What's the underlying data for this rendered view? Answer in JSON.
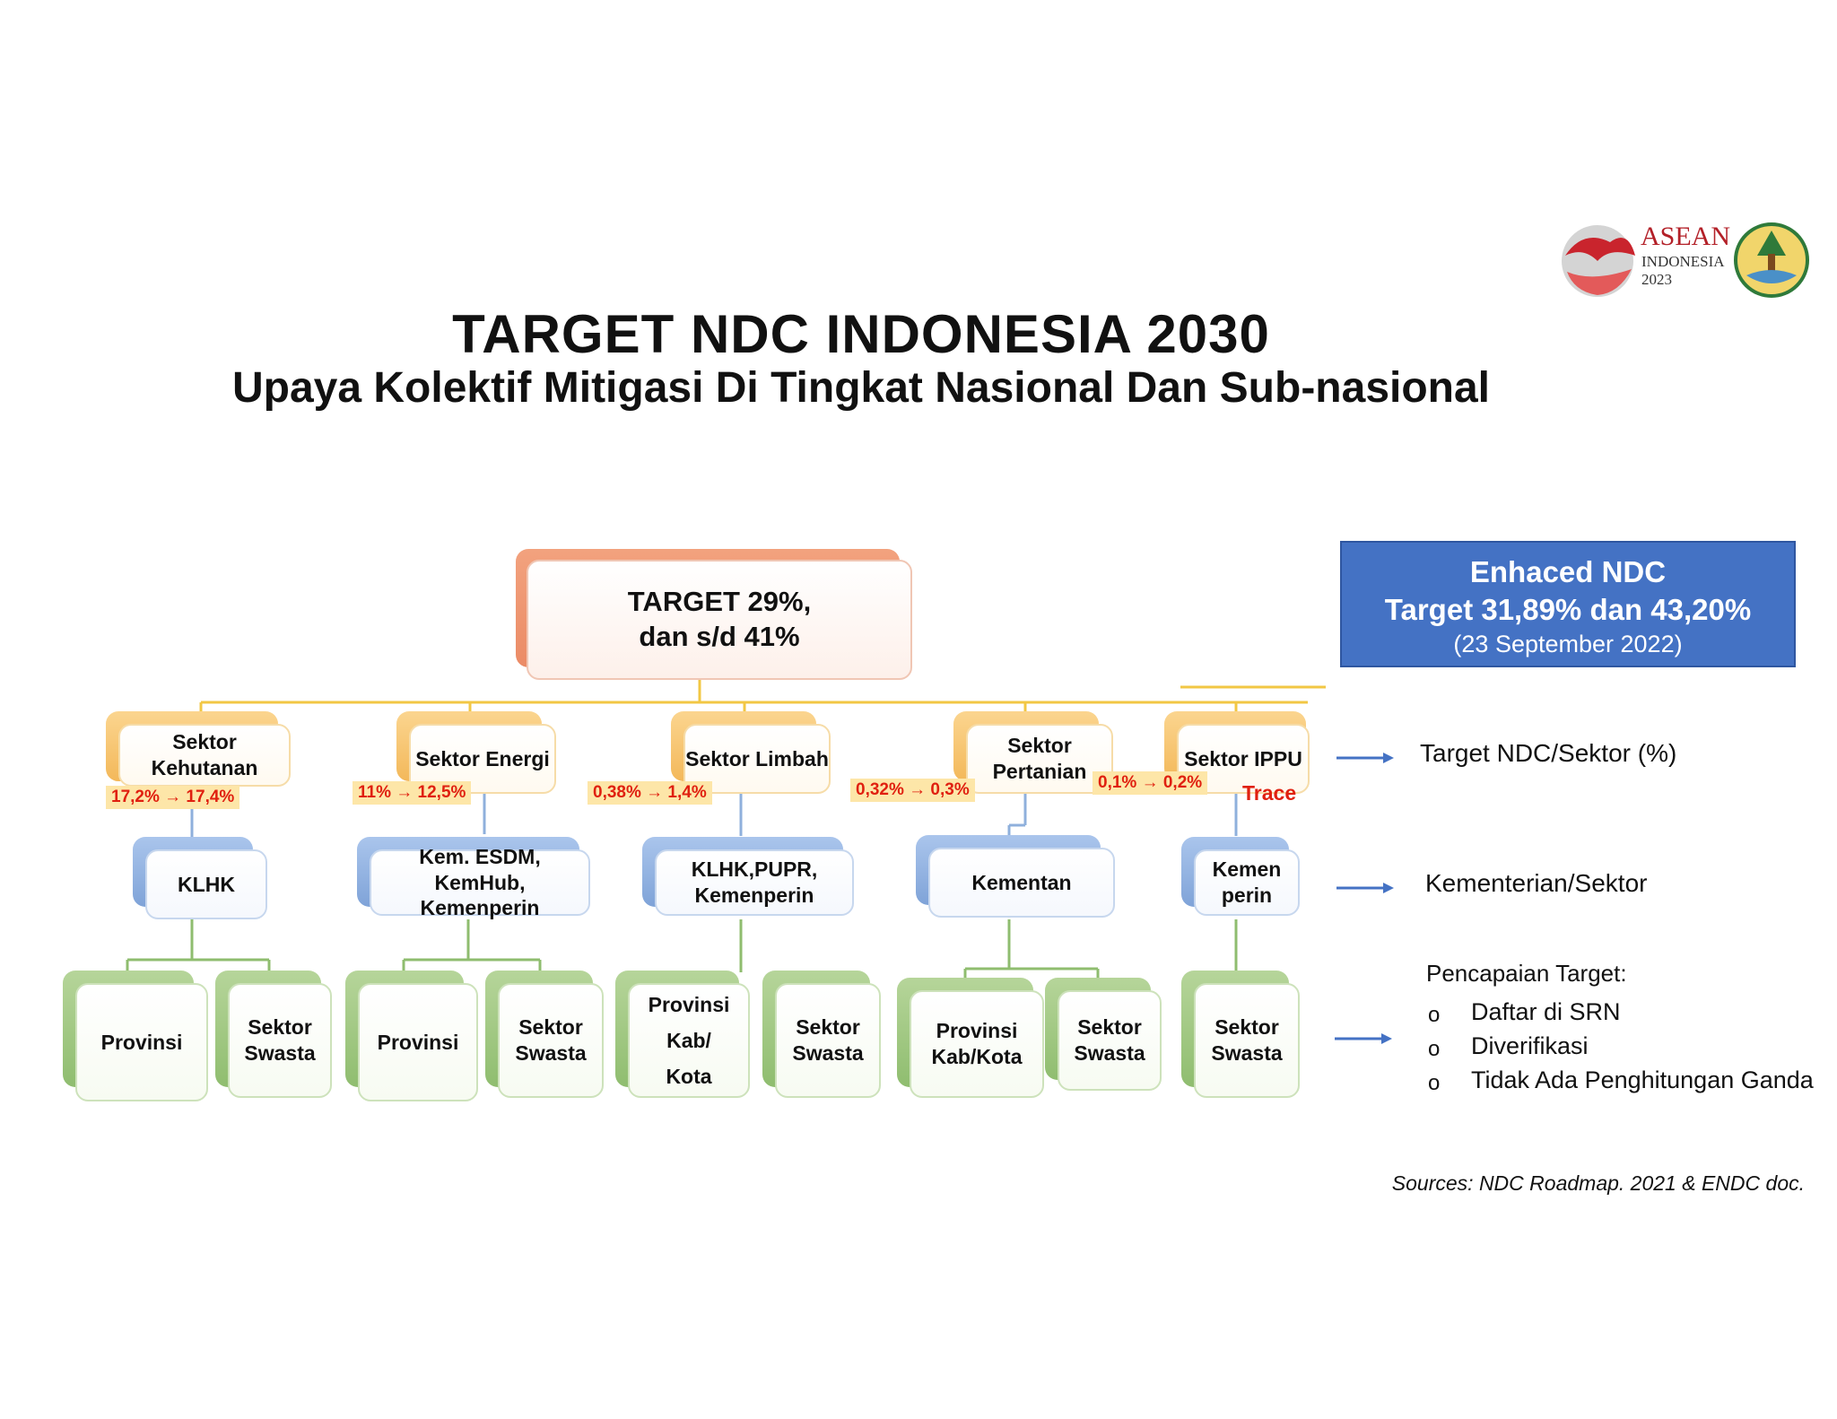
{
  "header": {
    "title": "TARGET NDC INDONESIA 2030",
    "subtitle": "Upaya Kolektif Mitigasi Di Tingkat Nasional Dan Sub-nasional"
  },
  "logo": {
    "asean": "ASEAN",
    "country": "INDONESIA",
    "year": "2023"
  },
  "root": {
    "line1": "TARGET 29%,",
    "line2": "dan s/d 41%"
  },
  "enhanced": {
    "title": "Enhaced NDC",
    "target": "Target 31,89% dan 43,20%",
    "date": "(23 September 2022)"
  },
  "sectors": [
    {
      "label": "Sektor Kehutanan",
      "pct": "17,2% → 17,4%"
    },
    {
      "label": "Sektor Energi",
      "pct": "11% → 12,5%"
    },
    {
      "label": "Sektor Limbah",
      "pct": "0,38% → 1,4%"
    },
    {
      "label": "Sektor Pertanian",
      "pct": "0,32% → 0,3%"
    },
    {
      "label": "Sektor IPPU",
      "pct": "0,1% → 0,2%",
      "note": "Trace"
    }
  ],
  "ministries": [
    "KLHK",
    "Kem. ESDM, KemHub, Kemenperin",
    "KLHK,PUPR, Kemenperin",
    "Kementan",
    "Kemen perin"
  ],
  "leaves": [
    "Provinsi",
    "Sektor Swasta",
    "Provinsi",
    "Sektor Swasta",
    "Provinsi Kab/ Kota",
    "Sektor Swasta",
    "Provinsi Kab/Kota",
    "Sektor Swasta",
    "Sektor Swasta"
  ],
  "legend": {
    "row1": "Target NDC/Sektor (%)",
    "row2": "Kementerian/Sektor",
    "row3_title": "Pencapaian Target:",
    "bullets": [
      "Daftar di SRN",
      "Diverifikasi",
      "Tidak Ada Penghitungan Ganda"
    ],
    "bullet_mark": "o"
  },
  "source": "Sources: NDC Roadmap. 2021 & ENDC doc.",
  "colors": {
    "root": "#eb8b66",
    "sector": "#f3b85a",
    "ministry": "#7fa3d8",
    "leaf": "#8fbd6f",
    "pct_text": "#e02010",
    "pct_bg": "#fde6a8",
    "enhanced_bg": "#4472c4",
    "connector_top": "#f2c744",
    "arrow": "#4472c4"
  }
}
